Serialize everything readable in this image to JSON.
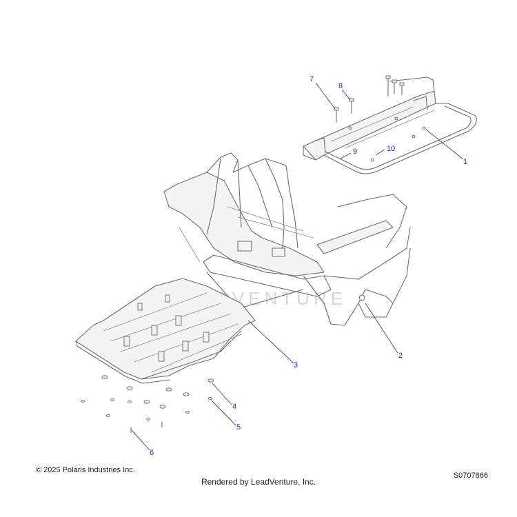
{
  "callouts": [
    {
      "id": "1",
      "label": "1"
    },
    {
      "id": "2",
      "label": "2"
    },
    {
      "id": "3",
      "label": "3"
    },
    {
      "id": "4",
      "label": "4"
    },
    {
      "id": "5",
      "label": "5"
    },
    {
      "id": "6",
      "label": "6"
    },
    {
      "id": "7",
      "label": "7"
    },
    {
      "id": "8",
      "label": "8"
    },
    {
      "id": "9",
      "label": "9"
    },
    {
      "id": "10",
      "label": "10"
    }
  ],
  "watermark": "LEADVENTURE",
  "footer": {
    "copyright": "© 2025 Polaris Industries Inc.",
    "rendered_by": "Rendered by LeadVenture, Inc.",
    "diagram_id": "S0707866"
  },
  "colors": {
    "callout": "#2a2ab8",
    "line": "#6b6b6b"
  }
}
